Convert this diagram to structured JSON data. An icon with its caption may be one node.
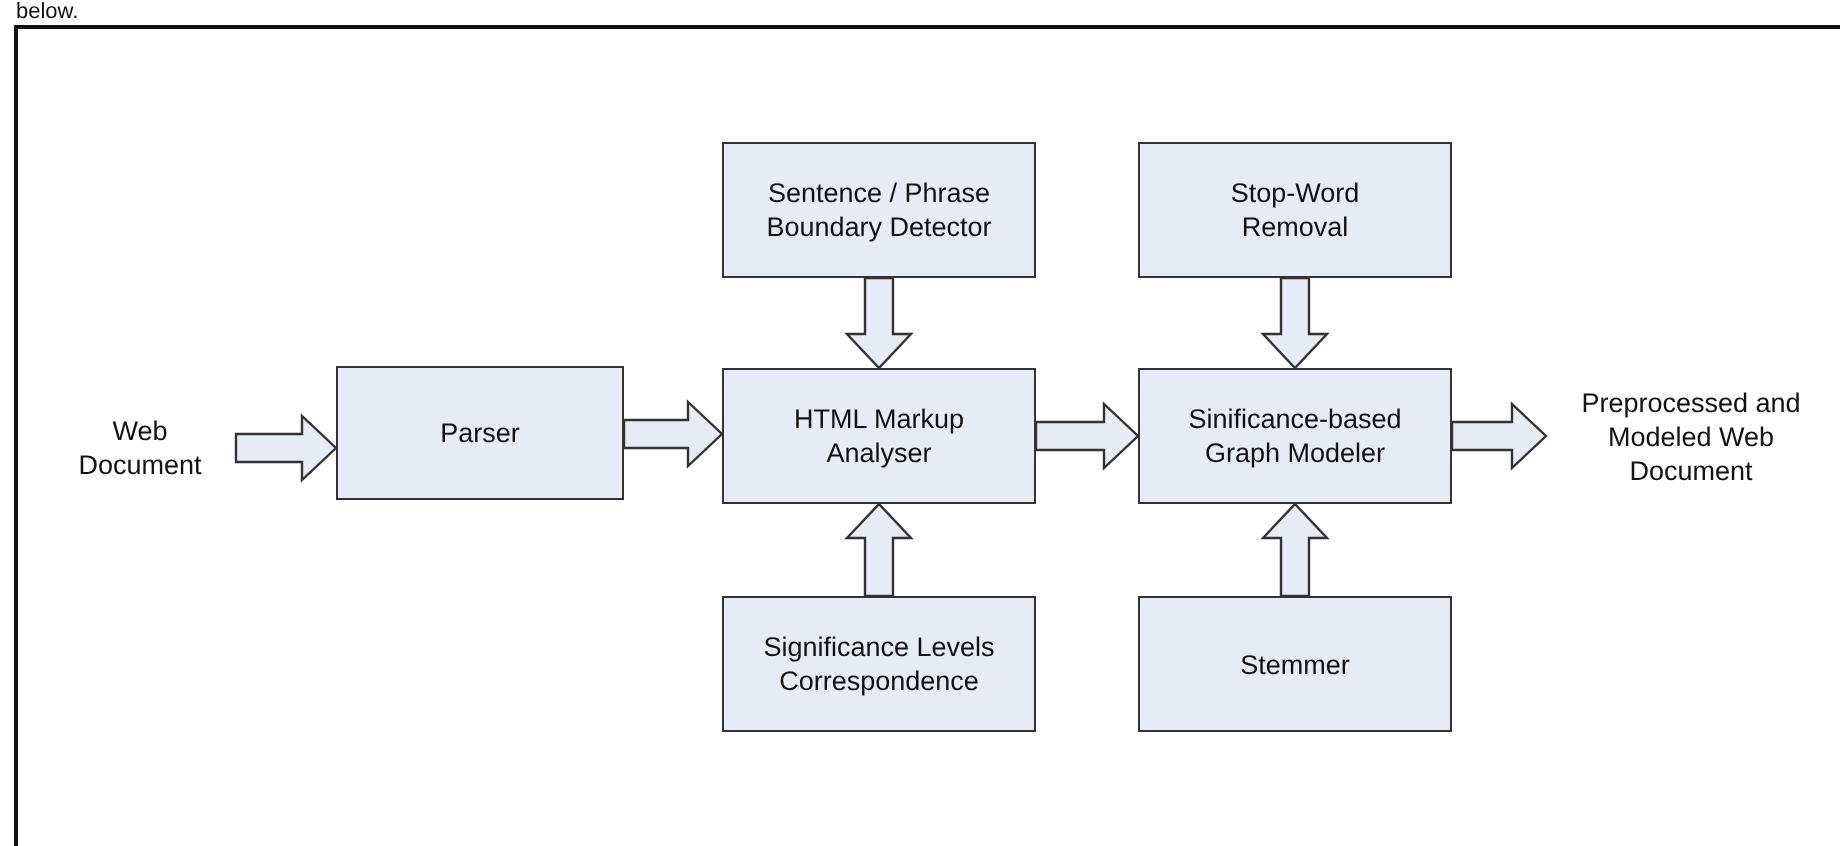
{
  "diagram": {
    "nodes": [
      {
        "text": [
          "Web Document"
        ]
      },
      {
        "text": [
          "Parser"
        ]
      },
      {
        "text": [
          "Sentence / Phrase Boundary Detector"
        ]
      },
      {
        "text": [
          "HTML Markup Analyser"
        ]
      },
      {
        "text": [
          "Significance Levels Correspondence"
        ]
      },
      {
        "text": [
          "Stop-Word Removal"
        ]
      },
      {
        "text": [
          "Sinificance-based Graph Modeler"
        ]
      },
      {
        "text": [
          "Stemmer"
        ]
      },
      {
        "text": [
          "Preprocessed and Modeled Web Document"
        ]
      }
    ],
    "edges": [
      {
        "from": 0,
        "to": 1,
        "arrow": "to"
      },
      {
        "from": 1,
        "to": 3,
        "arrow": "to"
      },
      {
        "from": 2,
        "to": 3,
        "arrow": "to"
      },
      {
        "from": 4,
        "to": 3,
        "arrow": "to"
      },
      {
        "from": 3,
        "to": 6,
        "arrow": "to"
      },
      {
        "from": 5,
        "to": 6,
        "arrow": "to"
      },
      {
        "from": 7,
        "to": 6,
        "arrow": "to"
      },
      {
        "from": 6,
        "to": 8,
        "arrow": "to"
      }
    ],
    "labels": [
      "below."
    ]
  }
}
